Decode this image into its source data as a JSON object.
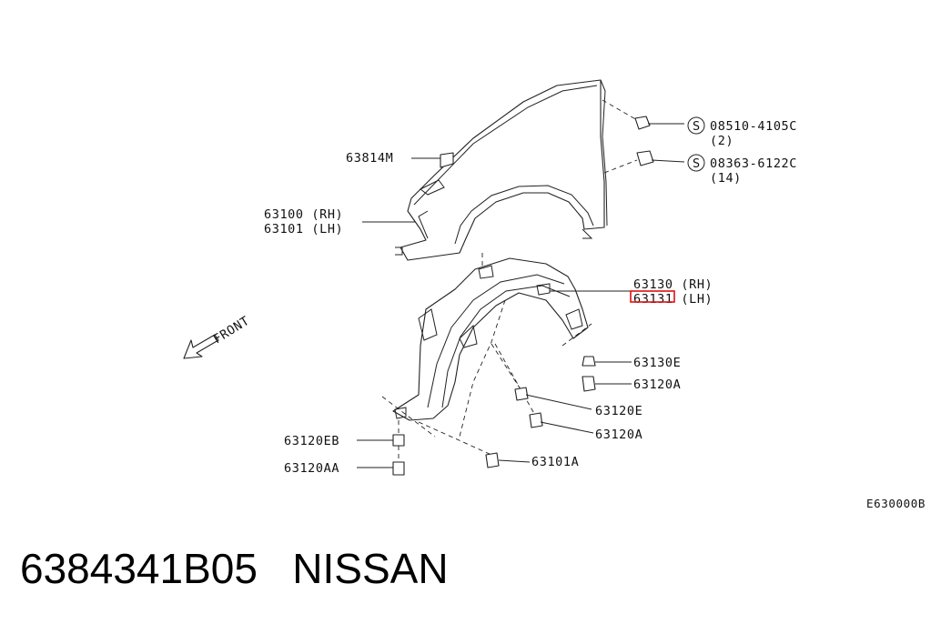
{
  "labels": {
    "clip1_pn": "08510-4105C",
    "clip1_qty": "(2)",
    "clip2_pn": "08363-6122C",
    "clip2_qty": "(14)",
    "emblem": "63814M",
    "fender_rh": "63100 (RH)",
    "fender_lh": "63101 (LH)",
    "protector_rh": "63130  (RH)",
    "protector_lh": "63131  (LH)",
    "front": "FRONT",
    "p63130E": "63130E",
    "p63120A_1": "63120A",
    "p63120E": "63120E",
    "p63120A_2": "63120A",
    "p63120EB": "63120EB",
    "p63120AA": "63120AA",
    "p63101A": "63101A",
    "fig_code": "E630000B",
    "s_symbol": "S"
  },
  "footer": {
    "part_number": "6384341B05",
    "brand": "NISSAN"
  },
  "colors": {
    "highlight": "#e01010",
    "line": "#222222"
  }
}
